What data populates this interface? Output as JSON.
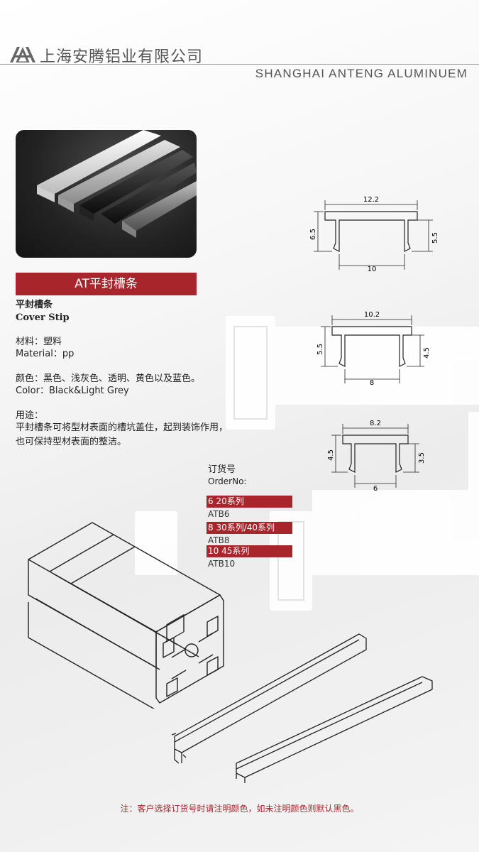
{
  "header": {
    "company_cn": "上海安腾铝业有限公司",
    "company_en": "SHANGHAI ANTENG ALUMINUEM"
  },
  "product": {
    "title": "AT平封槽条",
    "name_cn": "平封槽条",
    "name_en": "Cover Stip",
    "material_cn": "材料：塑料",
    "material_en": "Material：pp",
    "color_cn": "颜色：黑色、浅灰色、透明、黄色以及蓝色。",
    "color_en": "Color：Black&Light Grey",
    "usage_title": "用途：",
    "usage_text": "平封槽条可将型材表面的槽坑盖住，起到装饰作用，也可保持型材表面的整洁。"
  },
  "dimensions": [
    {
      "top_width": "12.2",
      "height_left": "6.5",
      "height_right": "5.5",
      "bottom_width": "10"
    },
    {
      "top_width": "10.2",
      "height_left": "5.5",
      "height_right": "4.5",
      "bottom_width": "8"
    },
    {
      "top_width": "8.2",
      "height_left": "4.5",
      "height_right": "3.5",
      "bottom_width": "6"
    }
  ],
  "order": {
    "title_cn": "订货号",
    "title_en": "OrderNo:",
    "items": [
      {
        "series": "6 20系列",
        "code": "ATB6"
      },
      {
        "series": "8 30系列/40系列",
        "code": "ATB8"
      },
      {
        "series": "10 45系列",
        "code": "ATB10"
      }
    ]
  },
  "note": "注：客户选择订货号时请注明颜色，如未注明颜色则默认黑色。",
  "colors": {
    "accent": "#a8262b",
    "header_text": "#555555"
  },
  "icons": [
    "company-logo-icon"
  ]
}
